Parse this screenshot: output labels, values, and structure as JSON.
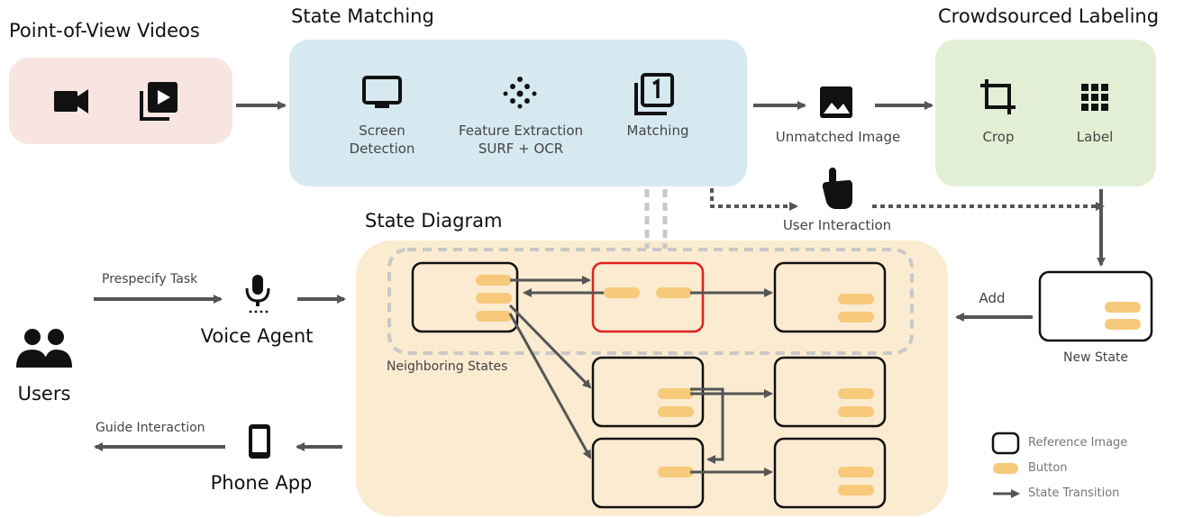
{
  "titles": {
    "pov": "Point-of-View Videos",
    "state_matching": "State Matching",
    "crowd": "Crowdsourced Labeling",
    "state_diagram": "State Diagram"
  },
  "state_matching": {
    "screen_detection": [
      "Screen",
      "Detection"
    ],
    "feature_extraction": [
      "Feature Extraction",
      "SURF + OCR"
    ],
    "matching": "Matching"
  },
  "unmatched_image": "Unmatched Image",
  "crowd": {
    "crop": "Crop",
    "label": "Label"
  },
  "user_interaction": "User Interaction",
  "users": "Users",
  "prespecify_task": "Prespecify Task",
  "voice_agent": "Voice Agent",
  "guide_interaction": "Guide Interaction",
  "phone_app": "Phone App",
  "neighboring_states": "Neighboring States",
  "add": "Add",
  "new_state": "New State",
  "legend": {
    "reference_image": "Reference Image",
    "button": "Button",
    "state_transition": "State Transition"
  },
  "colors": {
    "pov_bg": "#f8e5e2",
    "matching_bg": "#d6e9f1",
    "crowd_bg": "#e2efd5",
    "diagram_bg": "#faebd1",
    "button": "#f7c97a",
    "highlight": "#e02020",
    "arrow": "#555555"
  }
}
